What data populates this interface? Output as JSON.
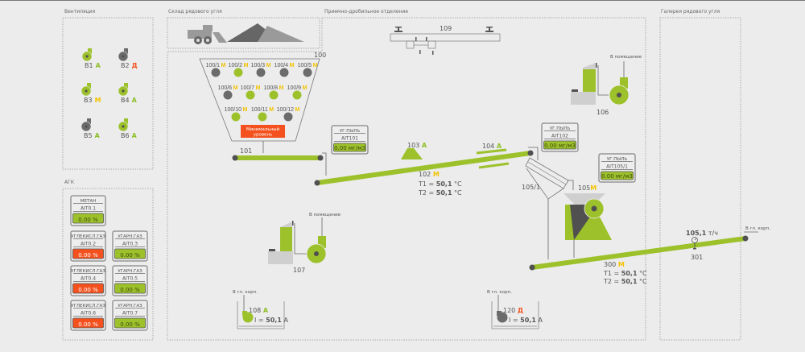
{
  "colors": {
    "green": "#9dc12b",
    "gray": "#6b6b6b",
    "red": "#f4511e",
    "yellow": "#f3c300",
    "dark": "#505050",
    "light": "#cfcfcf"
  },
  "modes": {
    "А": "#8cbf26",
    "М": "#f3c300",
    "Д": "#f4511e"
  },
  "sections": {
    "ventilation": "Вентиляция",
    "agk": "АГК",
    "storage": "Склад рядового угля",
    "receiving": "Приемно-дробильное отделение",
    "gallery": "Галерея рядового угля"
  },
  "fans": [
    {
      "id": "В1",
      "mode": "А",
      "state": "on"
    },
    {
      "id": "В2",
      "mode": "Д",
      "state": "off"
    },
    {
      "id": "В3",
      "mode": "М",
      "state": "on"
    },
    {
      "id": "В4",
      "mode": "А",
      "state": "on"
    },
    {
      "id": "В5",
      "mode": "А",
      "state": "off"
    },
    {
      "id": "В6",
      "mode": "А",
      "state": "on"
    }
  ],
  "gas": [
    {
      "name": "МЕТАН",
      "tag": "AIT0.1",
      "value": "0.00 %",
      "status": "ok"
    },
    {
      "name": "УГЛЕКИСЛ.ГАЗ",
      "tag": "AIT0.2",
      "value": "0.00 %",
      "status": "alarm"
    },
    {
      "name": "УГАРН.ГАЗ",
      "tag": "AIT0.3",
      "value": "0.00 %",
      "status": "ok"
    },
    {
      "name": "УГЛЕКИСЛ.ГАЗ",
      "tag": "AIT0.4",
      "value": "0.00 %",
      "status": "alarm"
    },
    {
      "name": "УГАРН.ГАЗ",
      "tag": "AIT0.5",
      "value": "0.00 %",
      "status": "ok"
    },
    {
      "name": "УГЛЕКИСЛ.ГАЗ",
      "tag": "AIT0.6",
      "value": "0.00 %",
      "status": "alarm"
    },
    {
      "name": "УГАРН.ГАЗ",
      "tag": "AIT0.7",
      "value": "0.00 %",
      "status": "ok"
    }
  ],
  "bunker": {
    "id": "100",
    "min_level": [
      "Минимальный",
      "уровень"
    ],
    "feeders": [
      {
        "id": "100/1",
        "mode": "М",
        "state": "off"
      },
      {
        "id": "100/2",
        "mode": "М",
        "state": "on"
      },
      {
        "id": "100/3",
        "mode": "М",
        "state": "off"
      },
      {
        "id": "100/4",
        "mode": "М",
        "state": "off"
      },
      {
        "id": "100/5",
        "mode": "М",
        "state": "off"
      },
      {
        "id": "100/6",
        "mode": "М",
        "state": "off"
      },
      {
        "id": "100/7",
        "mode": "М",
        "state": "on"
      },
      {
        "id": "100/8",
        "mode": "М",
        "state": "on"
      },
      {
        "id": "100/9",
        "mode": "М",
        "state": "on"
      },
      {
        "id": "100/10",
        "mode": "М",
        "state": "on"
      },
      {
        "id": "100/11",
        "mode": "М",
        "state": "on"
      },
      {
        "id": "100/12",
        "mode": "М",
        "state": "off"
      }
    ]
  },
  "dust": [
    {
      "name": "УГ.ПЫЛЬ",
      "tag": "AIT101",
      "value": "0.00 мг/м3"
    },
    {
      "name": "УГ.ПЫЛЬ",
      "tag": "AIT102",
      "value": "0.00 мг/м3"
    },
    {
      "name": "УГ.ПЫЛЬ",
      "tag": "AIT105/1",
      "value": "0.00 мг/м3"
    }
  ],
  "equipment": {
    "c101": "101",
    "c102": {
      "id": "102",
      "mode": "М",
      "t1_label": "T1 = ",
      "t1": "50,1",
      "t2_label": "T2 = ",
      "t2": "50,1",
      "unit": " °C"
    },
    "f103": {
      "id": "103",
      "mode": "А"
    },
    "s104": {
      "id": "104",
      "mode": "А"
    },
    "s105_1": "105/1",
    "cr105": {
      "id": "105",
      "mode": "М"
    },
    "a106": "106",
    "a107": "107",
    "to_room": "В помещение",
    "to_main": "В гл. корп.",
    "p108": {
      "id": "108",
      "mode": "А",
      "i_label": "I = ",
      "i": "50,1",
      "unit": " А"
    },
    "p120": {
      "id": "120",
      "mode": "Д",
      "i_label": "I = ",
      "i": "50,1",
      "unit": " А"
    },
    "crane109": "109",
    "c300": {
      "id": "300",
      "mode": "М",
      "t1_label": "T1 = ",
      "t1": "50,1",
      "t2_label": "T2 = ",
      "t2": "50,1",
      "unit": " °C"
    },
    "scale301": {
      "id": "301",
      "value": "105,1",
      "unit": " т/ч"
    }
  }
}
